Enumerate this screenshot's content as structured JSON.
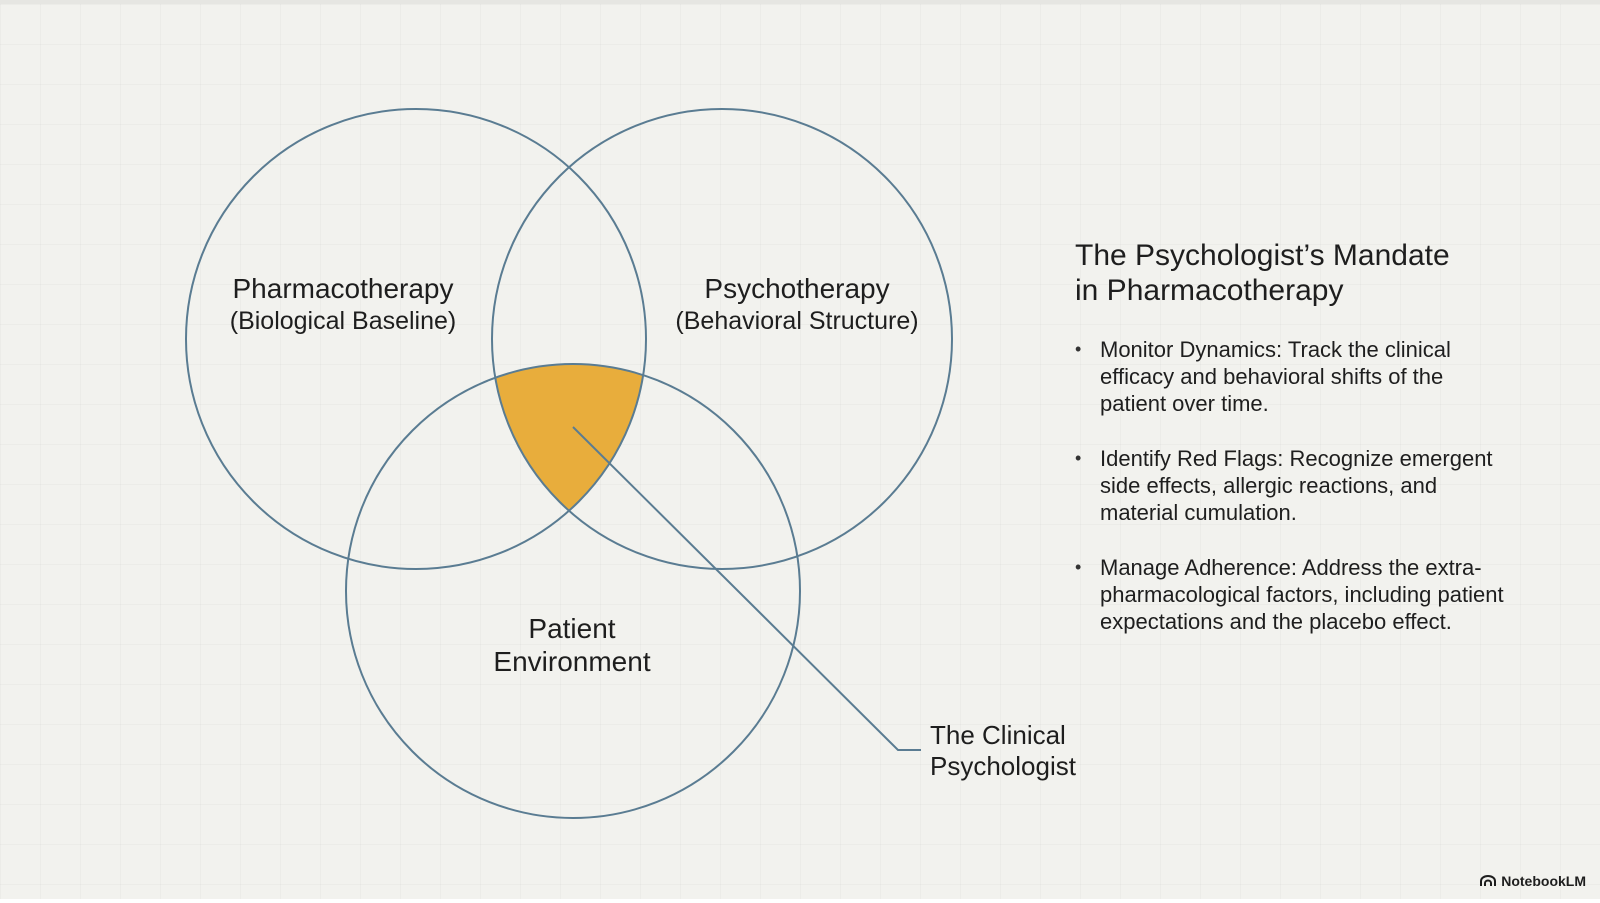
{
  "diagram": {
    "circles": [
      {
        "id": "pharmacotherapy",
        "title": "Pharmacotherapy",
        "subtitle": "(Biological Baseline)"
      },
      {
        "id": "psychotherapy",
        "title": "Psychotherapy",
        "subtitle": "(Behavioral Structure)"
      },
      {
        "id": "patient-environment",
        "title": "Patient",
        "subtitle": "Environment"
      }
    ],
    "callout": {
      "line1": "The Clinical",
      "line2": "Psychologist"
    },
    "colors": {
      "circle_stroke": "#5a7c92",
      "intersection_fill": "#e8ad3c",
      "background": "#f2f2ee"
    }
  },
  "panel": {
    "title_line1": "The Psychologist’s Mandate",
    "title_line2": "in Pharmacotherapy",
    "bullets": [
      {
        "text": "Monitor Dynamics: Track the clinical efficacy and behavioral shifts of the patient over time."
      },
      {
        "text": "Identify Red Flags: Recognize emergent side effects, allergic reactions, and material cumulation."
      },
      {
        "text": "Manage Adherence: Address the extra-pharmacological factors, including patient expectations and the placebo effect."
      }
    ]
  },
  "brand": {
    "name": "NotebookLM",
    "icon": "notebooklm-logo-icon"
  }
}
